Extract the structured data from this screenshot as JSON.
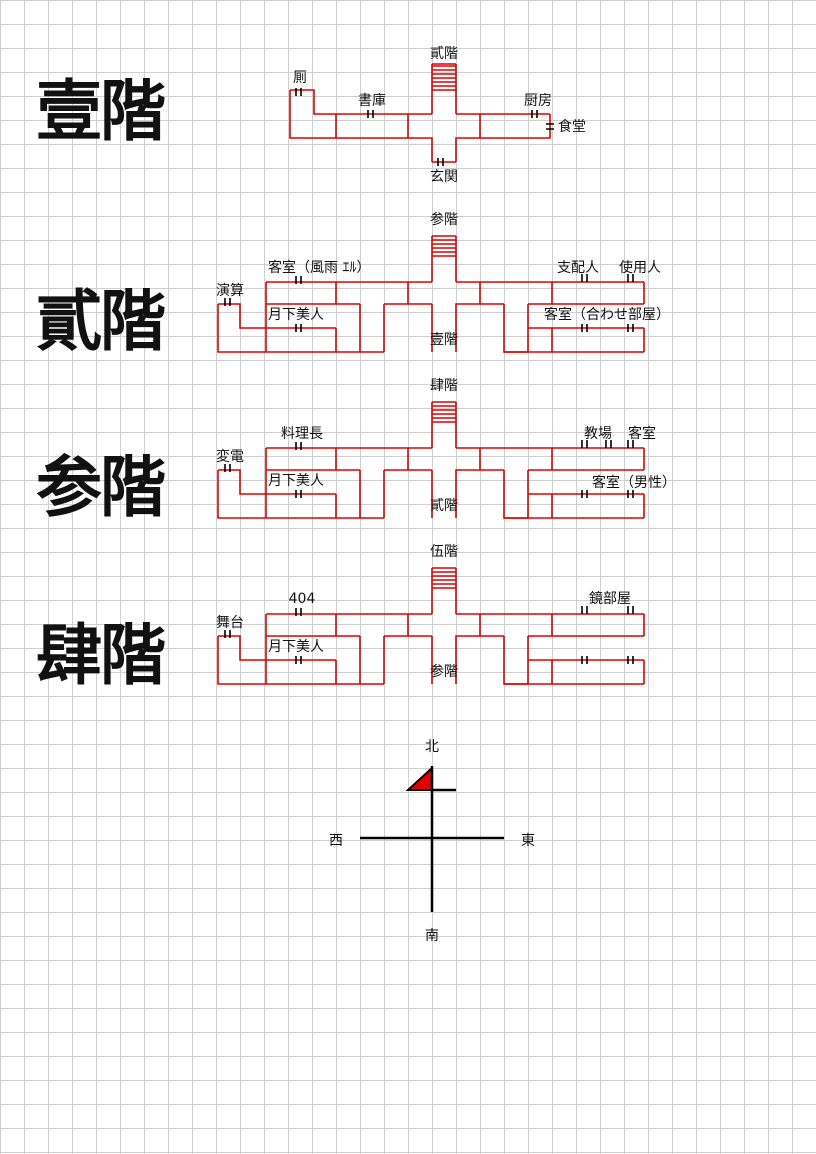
{
  "floors": [
    {
      "heading": "壹階",
      "labels": {
        "stairs_up": "貳階",
        "toilet": "厠",
        "library": "書庫",
        "kitchen": "厨房",
        "dining": "食堂",
        "entrance": "玄関"
      }
    },
    {
      "heading": "貳階",
      "labels": {
        "stairs_up": "参階",
        "stairs_down": "壹階",
        "guest_rooms_elder": "客室（風雨 ｴﾙ）",
        "rehearsal": "演算",
        "moonlight_beauty": "月下美人",
        "steward": "支配人",
        "servants": "使用人",
        "guest_rooms_shared": "客室（合わせ部屋）"
      }
    },
    {
      "heading": "参階",
      "labels": {
        "stairs_up": "肆階",
        "stairs_down": "貳階",
        "head_chef": "料理長",
        "substation": "変電",
        "moonlight_beauty": "月下美人",
        "classroom": "教場",
        "guest_room": "客室",
        "guest_rooms_male": "客室（男性）"
      }
    },
    {
      "heading": "肆階",
      "labels": {
        "stairs_up": "伍階",
        "stairs_down": "参階",
        "room_404": "404",
        "stage": "舞台",
        "moonlight_beauty": "月下美人",
        "mirror_room": "鏡部屋"
      }
    }
  ],
  "compass": {
    "north": "北",
    "south": "南",
    "east": "東",
    "west": "西"
  },
  "colors": {
    "wall": "#e00000",
    "north_flag": "#e00000",
    "axis": "#000000",
    "grid": "#cfcfcf"
  }
}
